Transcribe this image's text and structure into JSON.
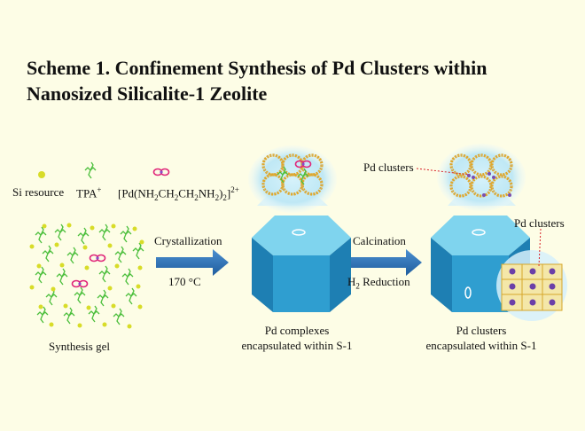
{
  "title_line1": "Scheme 1. Confinement Synthesis of Pd Clusters within",
  "title_line2": "Nanosized Silicalite-1 Zeolite",
  "legend": {
    "si": "Si resource",
    "tpa": "TPA",
    "tpa_sup": "+",
    "pd_prefix": "[Pd(NH",
    "pd_s1": "2",
    "pd_m1": "CH",
    "pd_s2": "2",
    "pd_m2": "CH",
    "pd_s3": "2",
    "pd_m3": "NH",
    "pd_s4": "2",
    "pd_m4": ")",
    "pd_s5": "2",
    "pd_m5": "]",
    "pd_sup": "2+"
  },
  "step1": {
    "label": "Crystallization",
    "temp": "170 °C"
  },
  "step2": {
    "label": "Calcination",
    "reduction_prefix": "H",
    "reduction_sub": "2",
    "reduction_suffix": " Reduction"
  },
  "stage_gel": "Synthesis gel",
  "stage_complex": {
    "line1": "Pd complexes",
    "line2": "encapsulated within S-1"
  },
  "stage_cluster": {
    "line1": "Pd clusters",
    "line2": "encapsulated within S-1"
  },
  "callout_top": "Pd clusters",
  "callout_side": "Pd clusters",
  "colors": {
    "background": "#fdfde6",
    "crystal_top": "#7fd4ee",
    "crystal_front": "#2f9ed0",
    "crystal_side": "#1e7fb3",
    "arrow": "#2a6fb2",
    "si_dot": "#d8dc28",
    "tpa": "#4cbf3c",
    "pd_complex": "#e0267a",
    "framework": "#e0a82a"
  }
}
